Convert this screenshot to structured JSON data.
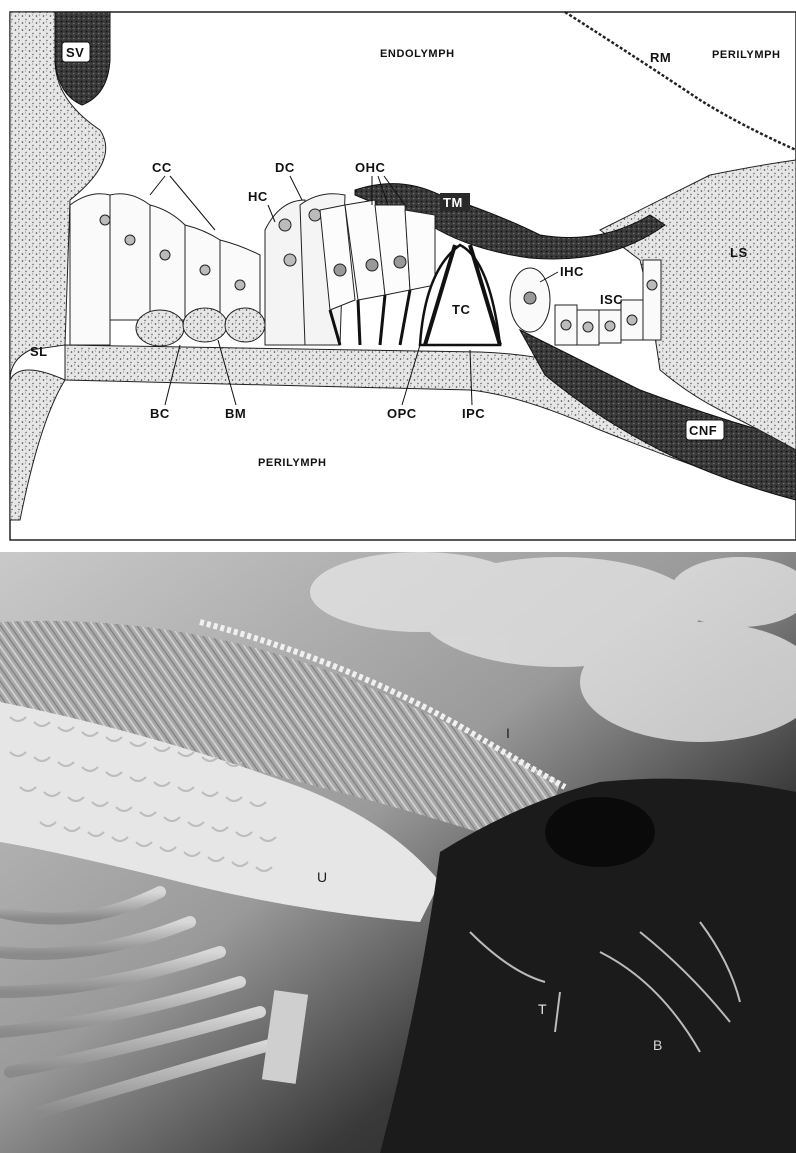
{
  "diagram": {
    "regions": {
      "sv": "SV",
      "endolymph": "ENDOLYMPH",
      "rm": "RM",
      "perilymph_top": "PERILYMPH",
      "sl": "SL",
      "ls": "LS",
      "perilymph_bottom": "PERILYMPH"
    },
    "structures": {
      "cc": "CC",
      "dc": "DC",
      "hc": "HC",
      "ohc": "OHC",
      "tm": "TM",
      "ihc": "IHC",
      "isc": "ISC",
      "tc": "TC",
      "bc": "BC",
      "bm": "BM",
      "opc": "OPC",
      "ipc": "IPC",
      "cnf": "CNF"
    }
  },
  "micrograph": {
    "labels": {
      "i": "I",
      "u": "U",
      "t": "T",
      "b": "B"
    }
  }
}
